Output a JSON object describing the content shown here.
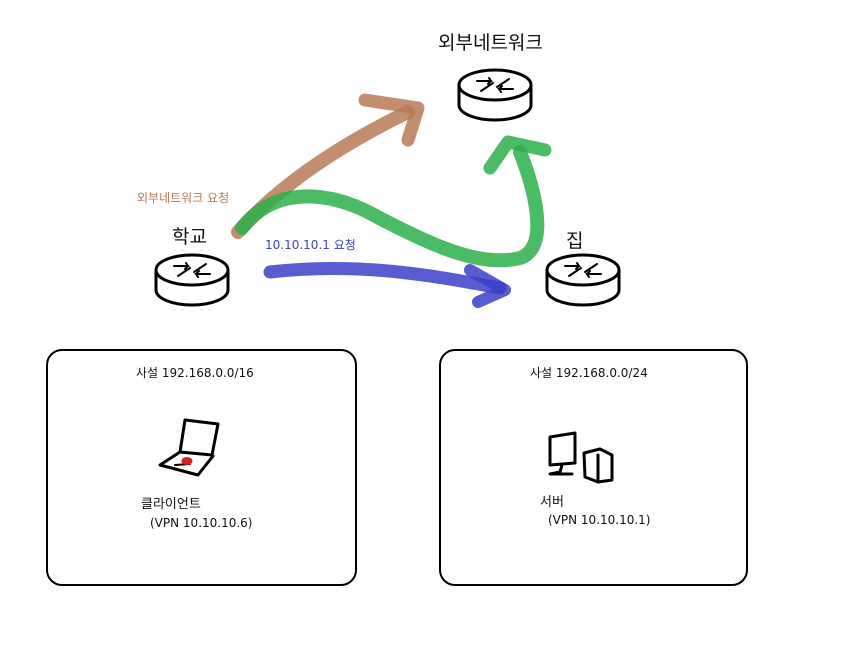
{
  "routers": {
    "external": {
      "label": "외부네트워크"
    },
    "school": {
      "label": "학교"
    },
    "home": {
      "label": "집"
    }
  },
  "arrows": {
    "external_request": {
      "label": "외부네트워크 요청",
      "color": "#b87a56"
    },
    "vpn_request": {
      "label": "10.10.10.1 요청",
      "color": "#3a3fc8"
    },
    "return_path": {
      "label": "",
      "color": "#2bb04a"
    }
  },
  "networks": {
    "school_lan": {
      "title": "사설 192.168.0.0/16",
      "device": {
        "name": "클라이언트",
        "vpn": "(VPN 10.10.10.6)",
        "icon": "laptop-icon"
      }
    },
    "home_lan": {
      "title": "사설 192.168.0.0/24",
      "device": {
        "name": "서버",
        "vpn": "(VPN 10.10.10.1)",
        "icon": "server-computer-icon"
      }
    }
  }
}
